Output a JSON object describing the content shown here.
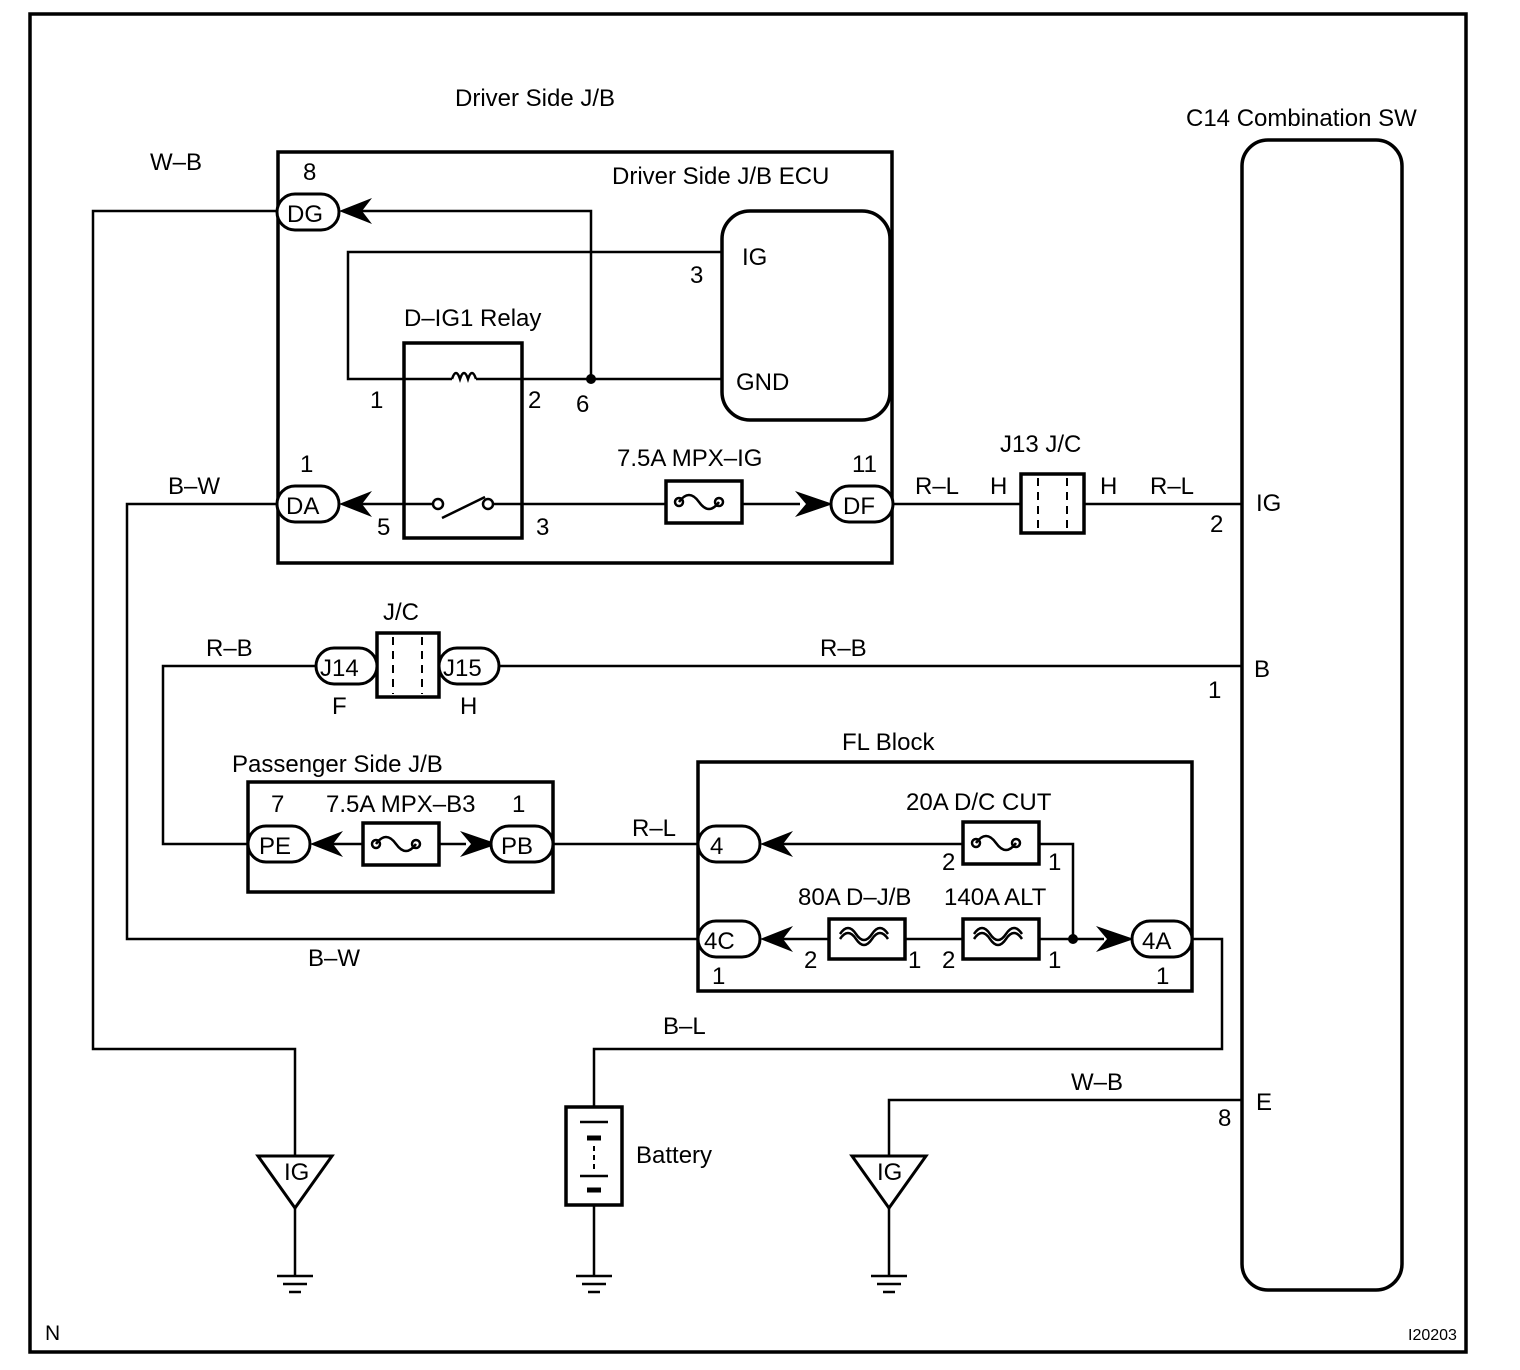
{
  "colors": {
    "ink": "#000000",
    "paper": "#ffffff"
  },
  "driver_jb": {
    "title": "Driver Side J/B",
    "ecu_title": "Driver Side J/B ECU",
    "ecu_ig": "IG",
    "ecu_gnd": "GND",
    "ecu_pin_ig": "3",
    "relay_title": "D–IG1 Relay",
    "relay_pins": {
      "coil_in": "1",
      "coil_out": "2",
      "com": "5",
      "no": "3"
    },
    "node_6": "6",
    "fuse_label": "7.5A MPX–IG",
    "conn_dg": {
      "name": "DG",
      "pin": "8"
    },
    "conn_da": {
      "name": "DA",
      "pin": "1"
    },
    "conn_df": {
      "name": "DF",
      "pin": "11"
    }
  },
  "wires": {
    "w_b_top": "W–B",
    "b_w_top": "B–W",
    "r_l_left": "R–L",
    "r_l_right": "R–L",
    "r_b_left": "R–B",
    "r_b_mid": "R–B",
    "r_l_pass": "R–L",
    "b_w_bottom": "B–W",
    "b_l": "B–L",
    "w_b_bottom": "W–B"
  },
  "j13": {
    "title": "J13 J/C",
    "left_pin": "H",
    "right_pin": "H"
  },
  "jc": {
    "title": "J/C",
    "j14": "J14",
    "j15": "J15",
    "j14_pin": "F",
    "j15_pin": "H"
  },
  "combination_sw": {
    "title": "C14 Combination SW",
    "ig": "IG",
    "ig_pin": "2",
    "b": "B",
    "b_pin": "1",
    "e": "E",
    "e_pin": "8"
  },
  "passenger_jb": {
    "title": "Passenger Side J/B",
    "fuse_label": "7.5A MPX–B3",
    "conn_pe": {
      "name": "PE",
      "pin": "7"
    },
    "conn_pb": {
      "name": "PB",
      "pin": "1"
    }
  },
  "fl_block": {
    "title": "FL Block",
    "fuse_dc_cut": "20A D/C CUT",
    "dc_cut_pin_left": "2",
    "dc_cut_pin_right": "1",
    "fuse_djb": "80A D–J/B",
    "djb_pin_left": "2",
    "djb_pin_right": "1",
    "fuse_alt": "140A ALT",
    "alt_pin_left": "2",
    "alt_pin_right": "1",
    "conn_4": "4",
    "conn_4c": {
      "name": "4C",
      "pin": "1"
    },
    "conn_4a": {
      "name": "4A",
      "pin": "1"
    }
  },
  "battery_label": "Battery",
  "ground_left": "IG",
  "ground_right": "IG",
  "corner_n": "N",
  "figure_code": "I20203"
}
